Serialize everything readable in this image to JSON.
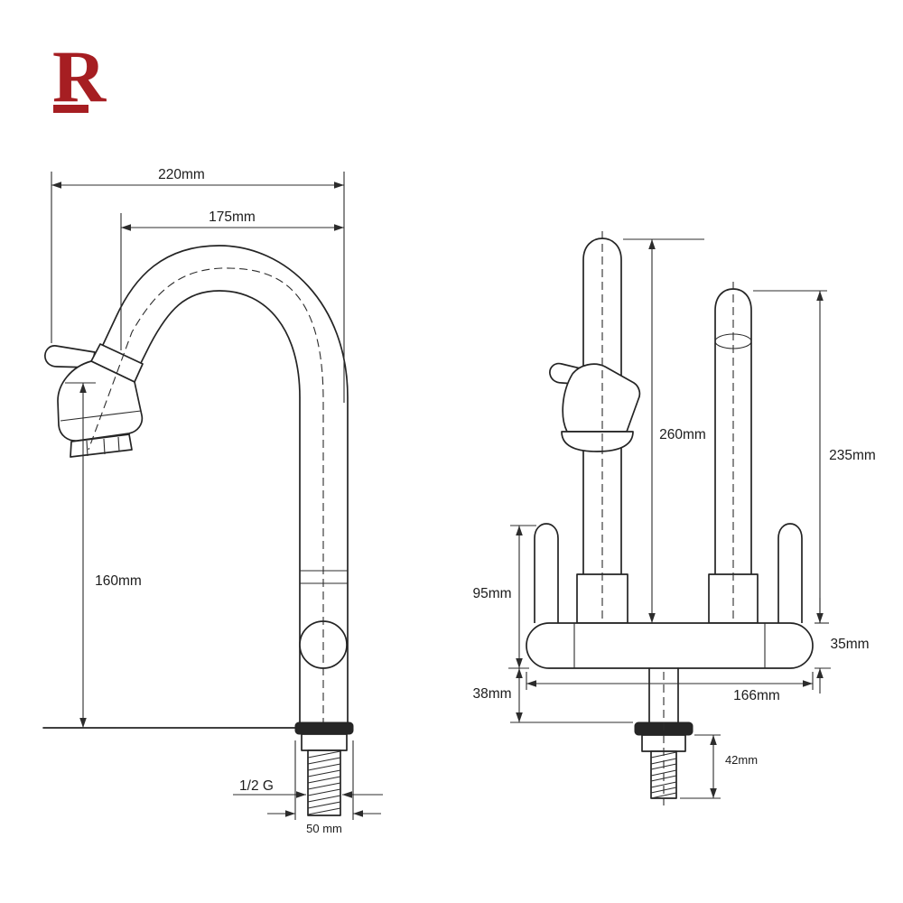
{
  "page": {
    "background": "#ffffff",
    "line_color": "#242424",
    "accent_red": "#a61e22"
  },
  "logo": {
    "letter": "R"
  },
  "side_view": {
    "labels": {
      "overall_width": "220mm",
      "spout_reach": "175mm",
      "spout_height": "160mm",
      "thread_size": "1/2 G",
      "base_width": "50 mm"
    }
  },
  "front_view": {
    "labels": {
      "left_column_height": "260mm",
      "right_column_height": "235mm",
      "stud_height": "95mm",
      "deck_thickness": "35mm",
      "under_deck_gap": "38mm",
      "base_length": "166mm",
      "thread_length": "42mm"
    }
  }
}
